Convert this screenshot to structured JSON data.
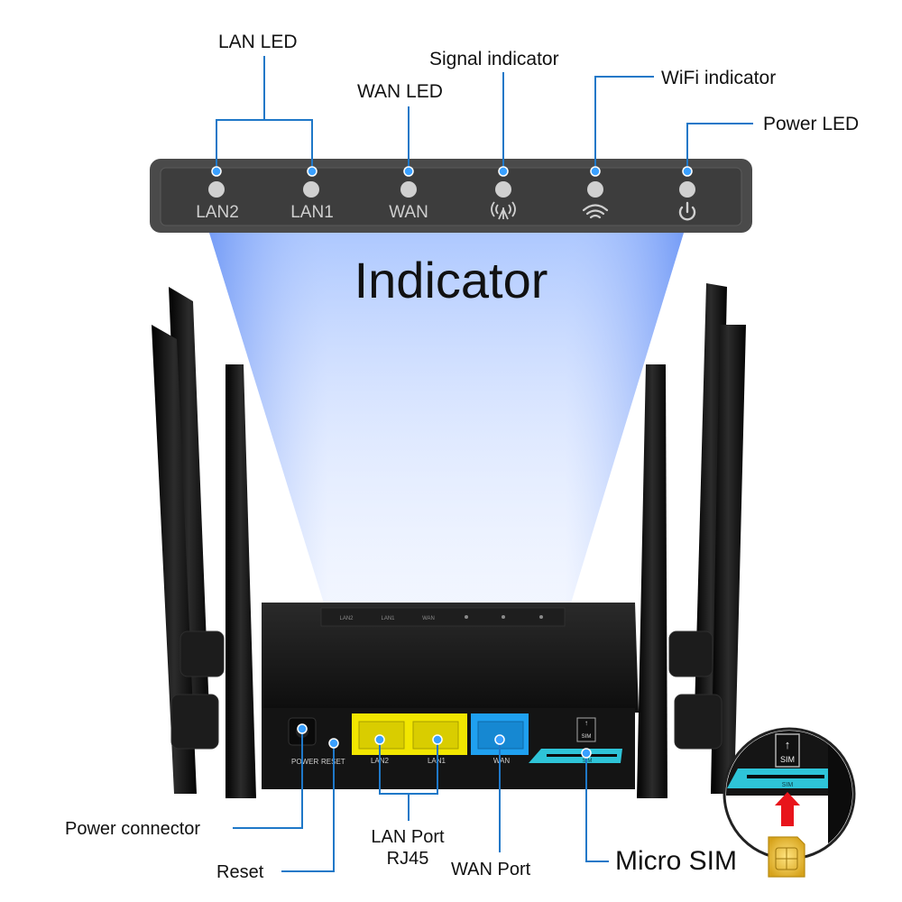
{
  "title": "Indicator",
  "colors": {
    "callout_line": "#1f78c8",
    "callout_dot": "#3aa0ff",
    "panel": "#4a4a4a",
    "lan_port": "#f2e600",
    "wan_port": "#1fa0f0",
    "sim_slot": "#2ec4d8",
    "body": "#1a1a1a"
  },
  "indicator_labels": {
    "lan_led": "LAN LED",
    "wan_led": "WAN LED",
    "signal_indicator": "Signal indicator",
    "wifi_indicator": "WiFi indicator",
    "power_led": "Power LED"
  },
  "panel_leds": [
    {
      "label": "LAN2",
      "icon": "none"
    },
    {
      "label": "LAN1",
      "icon": "none"
    },
    {
      "label": "WAN",
      "icon": "none"
    },
    {
      "label": "",
      "icon": "signal-tower-icon"
    },
    {
      "label": "",
      "icon": "wifi-icon"
    },
    {
      "label": "",
      "icon": "power-icon"
    }
  ],
  "rear_labels": {
    "power": "POWER",
    "reset": "RESET",
    "lan2": "LAN2",
    "lan1": "LAN1",
    "wan": "WAN",
    "sim": "SIM"
  },
  "port_labels": {
    "power_connector": "Power connector",
    "reset": "Reset",
    "lan_port_line1": "LAN Port",
    "lan_port_line2": "RJ45",
    "wan_port": "WAN Port",
    "micro_sim": "Micro SIM"
  }
}
